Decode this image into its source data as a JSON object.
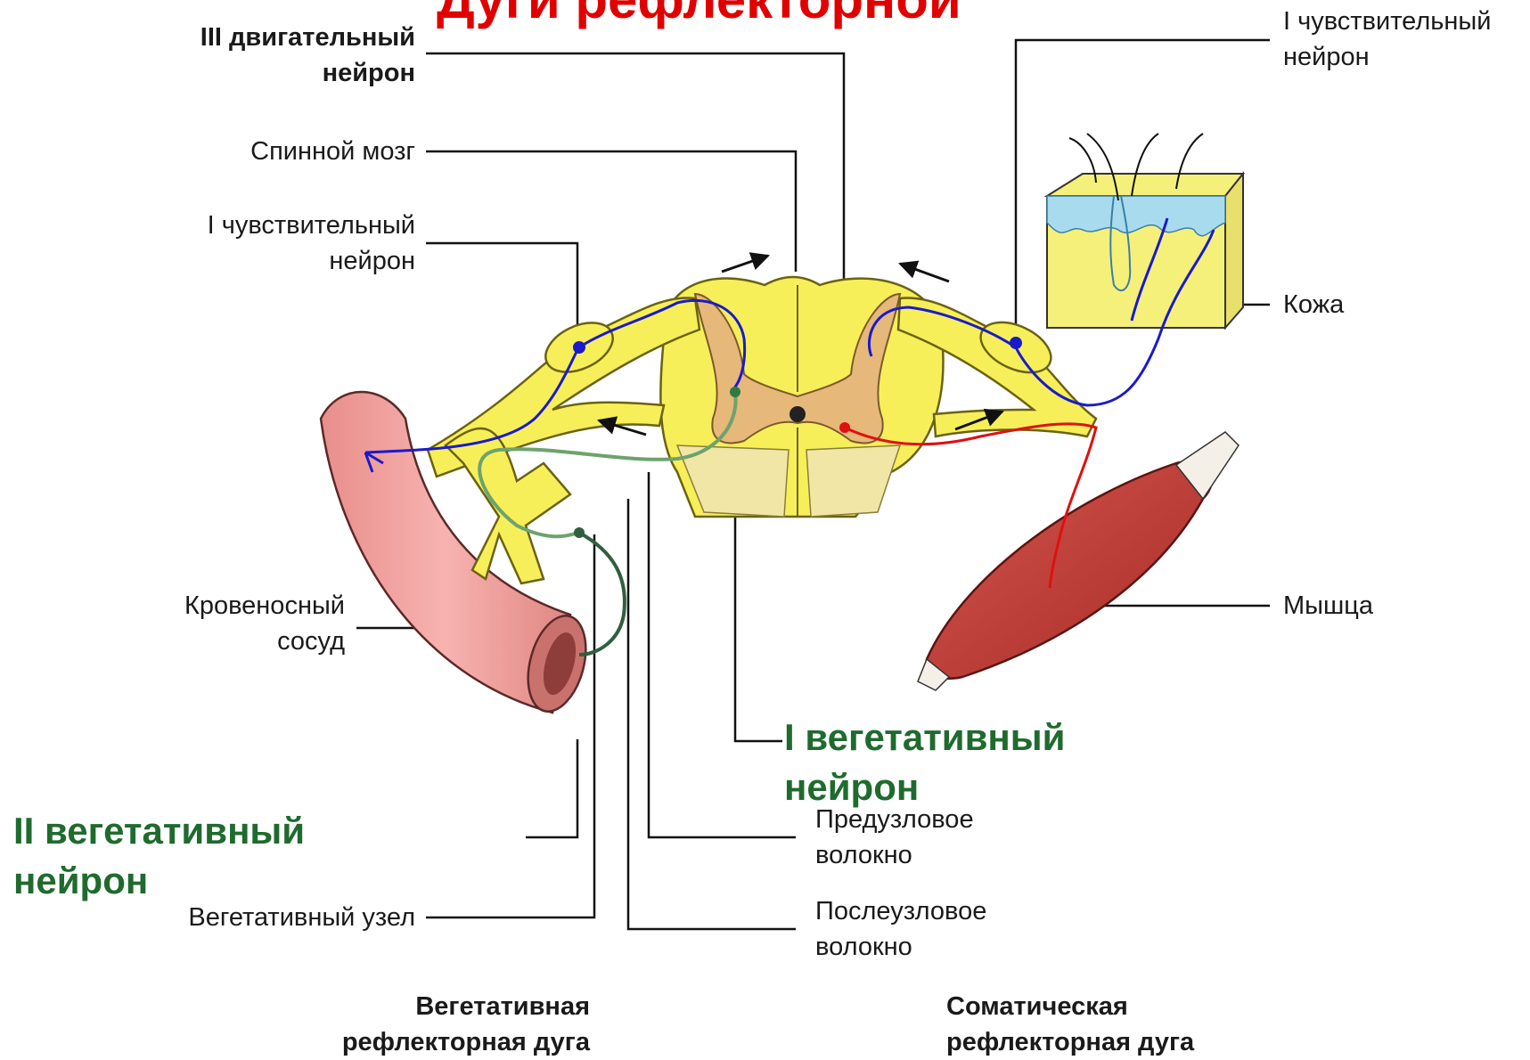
{
  "title": "Дуги рефлекторной",
  "labels": {
    "motor_neuron": [
      "III двигательный",
      "нейрон"
    ],
    "spinal_cord": "Спинной мозг",
    "sensory_neuron_left": [
      "I чувствительный",
      "нейрон"
    ],
    "sensory_neuron_right": [
      "I чувствительный",
      "нейрон"
    ],
    "skin": "Кожа",
    "muscle": "Мышца",
    "blood_vessel": [
      "Кровеносный",
      "сосуд"
    ],
    "preganglionic_fiber": [
      "Предузловое",
      "волокно"
    ],
    "postganglionic_fiber": [
      "Послеузловое",
      "волокно"
    ],
    "autonomic_ganglion": "Вегетативный узел",
    "autonomic_arc": [
      "Вегетативная",
      "рефлекторная дуга"
    ],
    "somatic_arc": [
      "Соматическая",
      "рефлекторная дуга"
    ]
  },
  "overlays": {
    "vegetative_neuron_1": [
      "I вегетативный",
      "нейрон"
    ],
    "vegetative_neuron_2": [
      "II вегетативный",
      "нейрон"
    ]
  },
  "colors": {
    "title": "#e00000",
    "overlay_text": "#1f6b2e",
    "sensory_fiber": "#1a1acc",
    "motor_fiber": "#e01010",
    "autonomic_fiber": "#4f8f4f",
    "spinal_cord": "#f7ef5a",
    "gray_matter": "#e6b87a",
    "vessel": "#f2a3a0",
    "muscle": "#c23a35",
    "skin": "#f5f07a"
  }
}
